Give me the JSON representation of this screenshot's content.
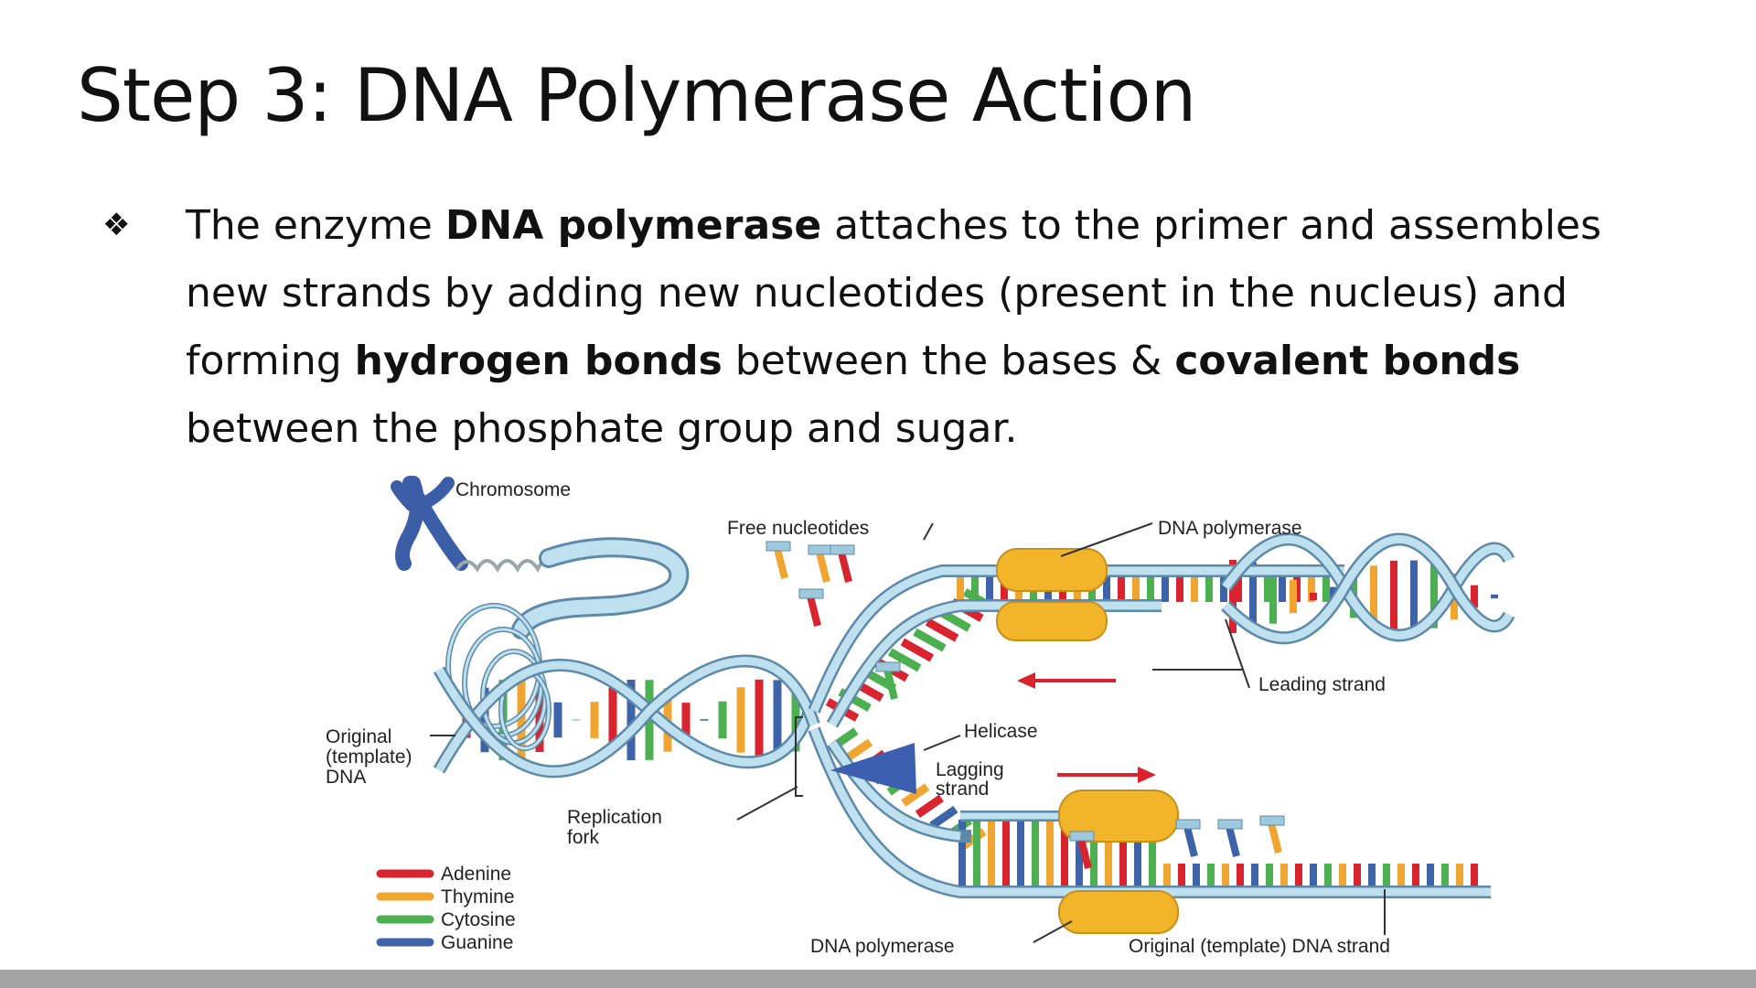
{
  "slide": {
    "title": "Step 3: DNA Polymerase Action",
    "bullet_symbol": "❖",
    "bullet": {
      "t1": "The enzyme ",
      "b1": "DNA polymerase",
      "t2": " attaches to the primer and assembles new strands by adding new nucleotides (present in the nucleus) and forming ",
      "b2": "hydrogen bonds",
      "t3": " between the bases & ",
      "b3": "covalent bonds",
      "t4": " between the phosphate group and sugar."
    }
  },
  "diagram": {
    "labels": {
      "chromosome": "Chromosome",
      "free_nucleotides": "Free nucleotides",
      "dna_polymerase_top": "DNA polymerase",
      "leading_strand": "Leading strand",
      "helicase": "Helicase",
      "lagging_strand_1": "Lagging",
      "lagging_strand_2": "strand",
      "original_1": "Original",
      "original_2": "(template)",
      "original_3": "DNA",
      "replication_fork_1": "Replication",
      "replication_fork_2": "fork",
      "dna_polymerase_bottom": "DNA polymerase",
      "original_template_strand": "Original (template) DNA strand"
    },
    "legend": [
      {
        "name": "Adenine",
        "color": "#d9232e"
      },
      {
        "name": "Thymine",
        "color": "#f0a530"
      },
      {
        "name": "Cytosine",
        "color": "#4caf50"
      },
      {
        "name": "Guanine",
        "color": "#3f63a8"
      }
    ],
    "colors": {
      "backbone": "#bfe0ee",
      "backbone_edge": "#5d8aa8",
      "polymerase": "#f2b52a",
      "helicase": "#3d5fb0",
      "arrow": "#d9232e",
      "chromosome": "#3b5ea6"
    }
  }
}
